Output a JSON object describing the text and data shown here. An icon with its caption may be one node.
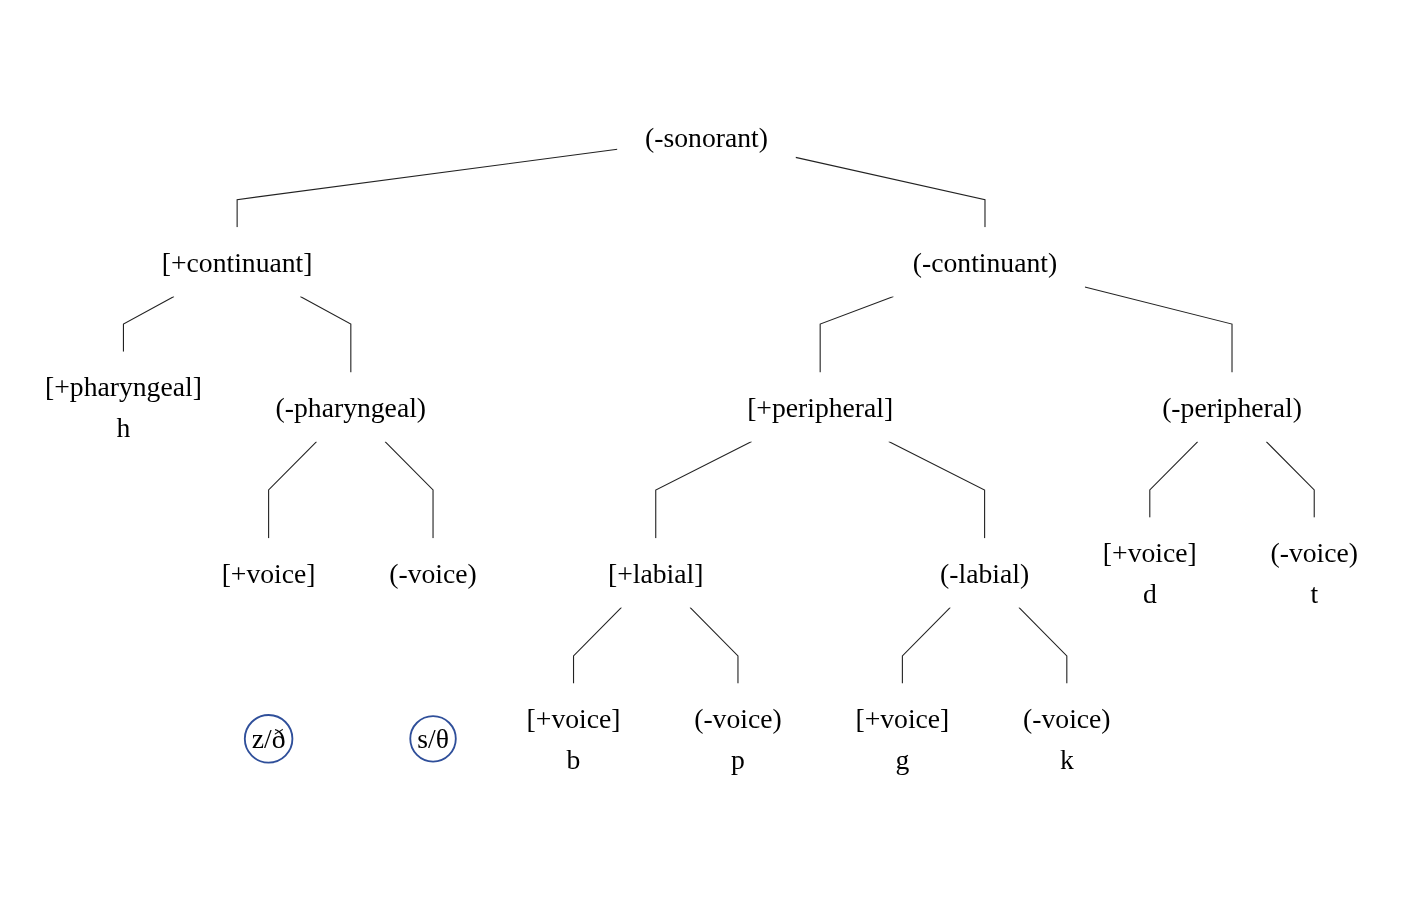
{
  "diagram": {
    "nodes": [
      {
        "text": [
          "(-sonorant)"
        ]
      },
      {
        "text": [
          "[+continuant]"
        ]
      },
      {
        "text": [
          "(-continuant)"
        ]
      },
      {
        "text": [
          "[+pharyngeal]",
          "h"
        ]
      },
      {
        "text": [
          "(-pharyngeal)"
        ]
      },
      {
        "text": [
          "[+peripheral]"
        ]
      },
      {
        "text": [
          "(-peripheral)"
        ]
      },
      {
        "text": [
          "[+voice]"
        ]
      },
      {
        "text": [
          "z/ð"
        ]
      },
      {
        "text": [
          "(-voice)"
        ]
      },
      {
        "text": [
          "s/θ"
        ]
      },
      {
        "text": [
          "[+labial]"
        ]
      },
      {
        "text": [
          "(-labial)"
        ]
      },
      {
        "text": [
          "[+voice]",
          "d"
        ]
      },
      {
        "text": [
          "(-voice)",
          "t"
        ]
      },
      {
        "text": [
          "[+voice]",
          "b"
        ]
      },
      {
        "text": [
          "(-voice)",
          "p"
        ]
      },
      {
        "text": [
          "[+voice]",
          "g"
        ]
      },
      {
        "text": [
          "(-voice)",
          "k"
        ]
      }
    ],
    "edges": [
      {
        "from": 0,
        "to": 1,
        "arrow": "none"
      },
      {
        "from": 0,
        "to": 2,
        "arrow": "none"
      },
      {
        "from": 1,
        "to": 3,
        "arrow": "none"
      },
      {
        "from": 1,
        "to": 4,
        "arrow": "none"
      },
      {
        "from": 2,
        "to": 5,
        "arrow": "none"
      },
      {
        "from": 2,
        "to": 6,
        "arrow": "none"
      },
      {
        "from": 4,
        "to": 7,
        "arrow": "none"
      },
      {
        "from": 4,
        "to": 9,
        "arrow": "none"
      },
      {
        "from": 5,
        "to": 11,
        "arrow": "none"
      },
      {
        "from": 5,
        "to": 12,
        "arrow": "none"
      },
      {
        "from": 6,
        "to": 13,
        "arrow": "none"
      },
      {
        "from": 6,
        "to": 14,
        "arrow": "none"
      },
      {
        "from": 11,
        "to": 15,
        "arrow": "none"
      },
      {
        "from": 11,
        "to": 16,
        "arrow": "none"
      },
      {
        "from": 12,
        "to": 17,
        "arrow": "none"
      },
      {
        "from": 12,
        "to": 18,
        "arrow": "none"
      }
    ]
  }
}
